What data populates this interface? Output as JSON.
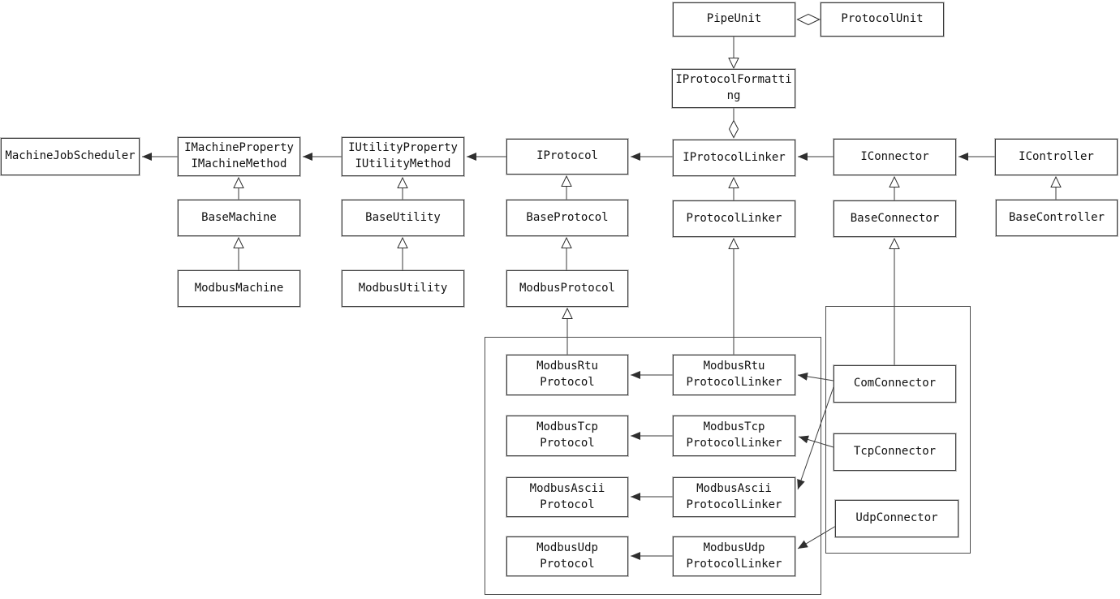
{
  "diagram": {
    "type": "uml-class-diagram",
    "background_color": "#ffffff",
    "line_color": "#3a3a3a",
    "box_border_color": "#3c3c3c",
    "nodes": {
      "pipe_unit": {
        "label": "PipeUnit"
      },
      "protocol_unit": {
        "label": "ProtocolUnit"
      },
      "iprotocol_formatting": {
        "label": "IProtocolFormatting"
      },
      "machine_job_scheduler": {
        "label": "MachineJobScheduler"
      },
      "imachine": {
        "label": "IMachineProperty\nIMachineMethod"
      },
      "base_machine": {
        "label": "BaseMachine"
      },
      "modbus_machine": {
        "label": "ModbusMachine"
      },
      "iutility": {
        "label": "IUtilityProperty\nIUtilityMethod"
      },
      "base_utility": {
        "label": "BaseUtility"
      },
      "modbus_utility": {
        "label": "ModbusUtility"
      },
      "iprotocol": {
        "label": "IProtocol"
      },
      "base_protocol": {
        "label": "BaseProtocol"
      },
      "modbus_protocol": {
        "label": "ModbusProtocol"
      },
      "iprotocol_linker": {
        "label": "IProtocolLinker"
      },
      "protocol_linker": {
        "label": "ProtocolLinker"
      },
      "iconnector": {
        "label": "IConnector"
      },
      "base_connector": {
        "label": "BaseConnector"
      },
      "icontroller": {
        "label": "IController"
      },
      "base_controller": {
        "label": "BaseController"
      },
      "modbus_rtu_protocol": {
        "label": "ModbusRtu\nProtocol"
      },
      "modbus_tcp_protocol": {
        "label": "ModbusTcp\nProtocol"
      },
      "modbus_ascii_protocol": {
        "label": "ModbusAscii\nProtocol"
      },
      "modbus_udp_protocol": {
        "label": "ModbusUdp\nProtocol"
      },
      "modbus_rtu_protocol_linker": {
        "label": "ModbusRtu\nProtocolLinker"
      },
      "modbus_tcp_protocol_linker": {
        "label": "ModbusTcp\nProtocolLinker"
      },
      "modbus_ascii_protocol_linker": {
        "label": "ModbusAscii\nProtocolLinker"
      },
      "modbus_udp_protocol_linker": {
        "label": "ModbusUdp\nProtocolLinker"
      },
      "com_connector": {
        "label": "ComConnector"
      },
      "tcp_connector": {
        "label": "TcpConnector"
      },
      "udp_connector": {
        "label": "UdpConnector"
      }
    },
    "edges": [
      {
        "from": "PipeUnit",
        "to": "ProtocolUnit",
        "type": "aggregation"
      },
      {
        "from": "PipeUnit",
        "to": "IProtocolFormatting",
        "type": "realization"
      },
      {
        "from": "IProtocolLinker",
        "to": "IProtocolFormatting",
        "type": "aggregation"
      },
      {
        "from": "IMachineProperty/IMachineMethod",
        "to": "MachineJobScheduler",
        "type": "association"
      },
      {
        "from": "IUtilityProperty/IUtilityMethod",
        "to": "IMachineProperty/IMachineMethod",
        "type": "association"
      },
      {
        "from": "IProtocol",
        "to": "IUtilityProperty/IUtilityMethod",
        "type": "association"
      },
      {
        "from": "IProtocolLinker",
        "to": "IProtocol",
        "type": "association"
      },
      {
        "from": "IConnector",
        "to": "IProtocolLinker",
        "type": "association"
      },
      {
        "from": "IController",
        "to": "IConnector",
        "type": "association"
      },
      {
        "from": "BaseMachine",
        "to": "IMachineProperty/IMachineMethod",
        "type": "generalization"
      },
      {
        "from": "ModbusMachine",
        "to": "BaseMachine",
        "type": "generalization"
      },
      {
        "from": "BaseUtility",
        "to": "IUtilityProperty/IUtilityMethod",
        "type": "generalization"
      },
      {
        "from": "ModbusUtility",
        "to": "BaseUtility",
        "type": "generalization"
      },
      {
        "from": "BaseProtocol",
        "to": "IProtocol",
        "type": "generalization"
      },
      {
        "from": "ModbusProtocol",
        "to": "BaseProtocol",
        "type": "generalization"
      },
      {
        "from": "ModbusRtuProtocol",
        "to": "ModbusProtocol",
        "type": "generalization"
      },
      {
        "from": "ProtocolLinker",
        "to": "IProtocolLinker",
        "type": "generalization"
      },
      {
        "from": "ModbusRtuProtocolLinker",
        "to": "ProtocolLinker",
        "type": "generalization"
      },
      {
        "from": "BaseConnector",
        "to": "IConnector",
        "type": "generalization"
      },
      {
        "from": "ComConnector",
        "to": "BaseConnector",
        "type": "generalization"
      },
      {
        "from": "BaseController",
        "to": "IController",
        "type": "generalization"
      },
      {
        "from": "ModbusRtuProtocolLinker",
        "to": "ModbusRtuProtocol",
        "type": "association"
      },
      {
        "from": "ModbusTcpProtocolLinker",
        "to": "ModbusTcpProtocol",
        "type": "association"
      },
      {
        "from": "ModbusAsciiProtocolLinker",
        "to": "ModbusAsciiProtocol",
        "type": "association"
      },
      {
        "from": "ModbusUdpProtocolLinker",
        "to": "ModbusUdpProtocol",
        "type": "association"
      },
      {
        "from": "ComConnector",
        "to": "ModbusRtuProtocolLinker",
        "type": "association"
      },
      {
        "from": "ComConnector",
        "to": "ModbusAsciiProtocolLinker",
        "type": "association"
      },
      {
        "from": "TcpConnector",
        "to": "ModbusTcpProtocolLinker",
        "type": "association"
      },
      {
        "from": "UdpConnector",
        "to": "ModbusUdpProtocolLinker",
        "type": "association"
      }
    ]
  }
}
